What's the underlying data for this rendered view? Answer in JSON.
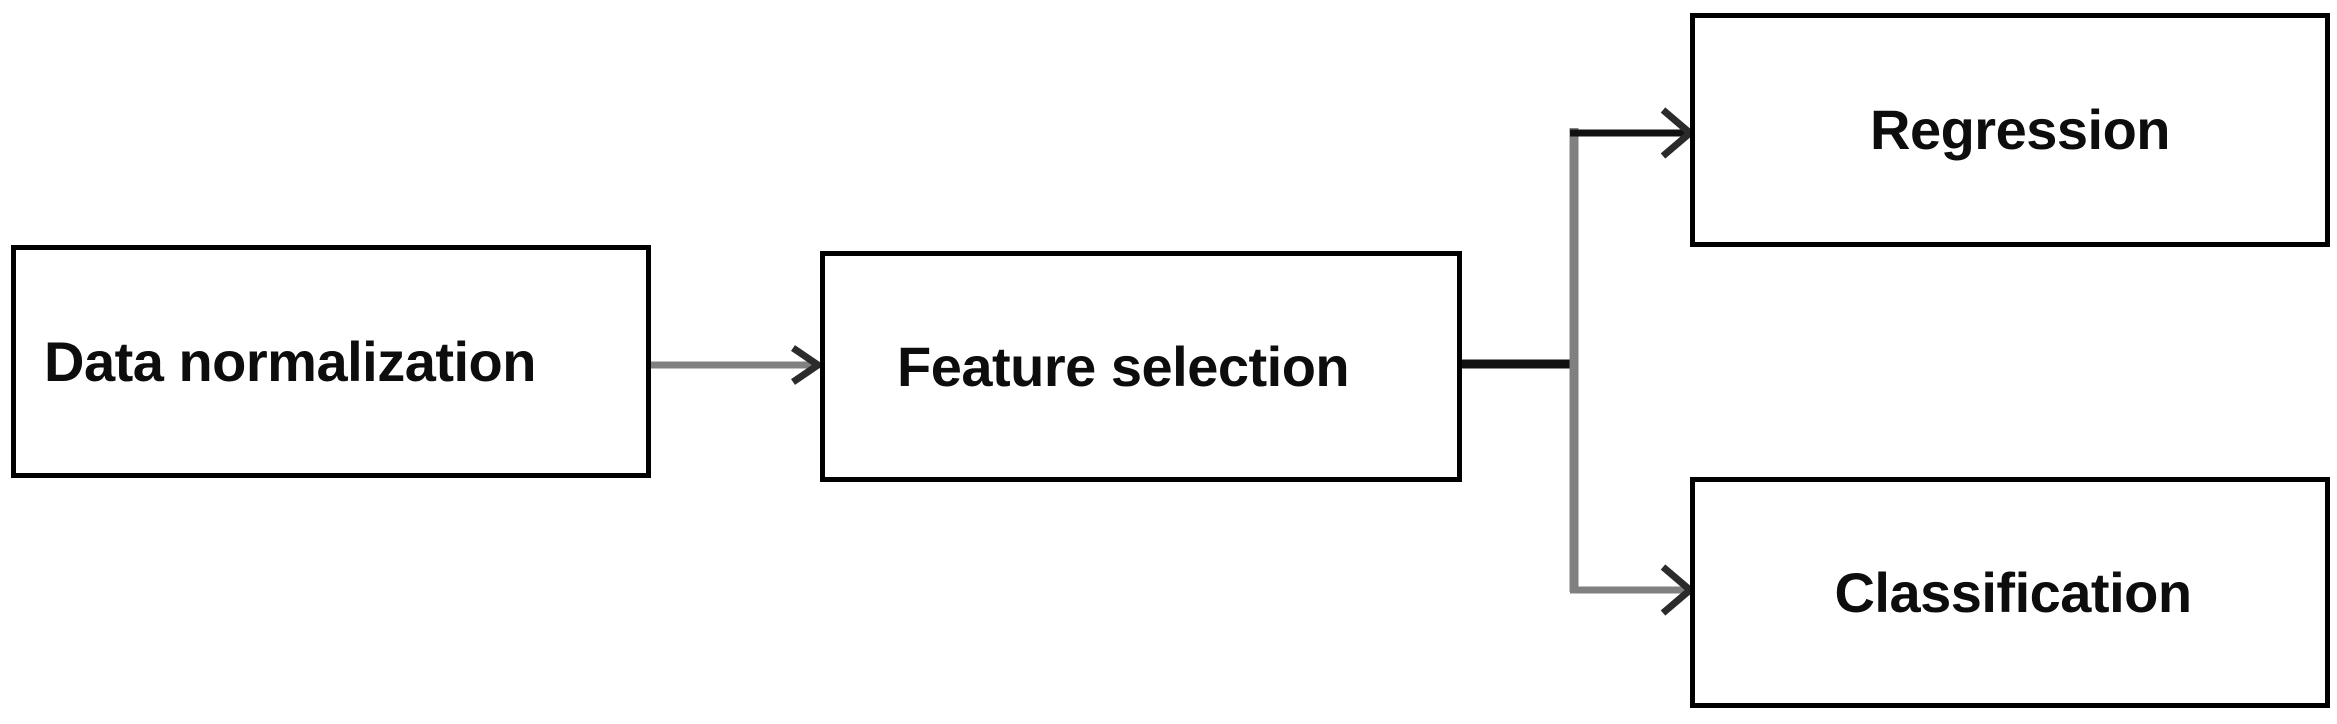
{
  "diagram": {
    "title": "Machine learning pipeline flowchart",
    "background_color": "#ffffff",
    "node_border_color": "#000000",
    "text_color": "#0d0d0d",
    "nodes": [
      {
        "id": "data-normalization",
        "label": "Data normalization"
      },
      {
        "id": "feature-selection",
        "label": "Feature selection"
      },
      {
        "id": "regression",
        "label": "Regression"
      },
      {
        "id": "classification",
        "label": "Classification"
      }
    ],
    "connectors": [
      {
        "id": "data-normalization-to-feature-selection",
        "from": "data-normalization",
        "to": "feature-selection",
        "style": "arrow",
        "color": "#808080",
        "arrowhead": "open-chevron"
      },
      {
        "id": "feature-selection-to-split",
        "from": "feature-selection",
        "to": "branch-junction",
        "style": "line",
        "color": "#1a1a1a",
        "arrowhead": "none"
      },
      {
        "id": "split-to-regression",
        "from": "branch-junction",
        "to": "regression",
        "style": "arrow",
        "color": "#1a1a1a",
        "arrowhead": "open-chevron"
      },
      {
        "id": "split-to-classification",
        "from": "branch-junction",
        "to": "classification",
        "style": "arrow",
        "color": "#808080",
        "arrowhead": "open-chevron"
      },
      {
        "id": "branch-spine",
        "from": "branch-junction",
        "to": "branch-junction",
        "style": "vertical-spine",
        "color": "#808080",
        "arrowhead": "none"
      }
    ]
  }
}
